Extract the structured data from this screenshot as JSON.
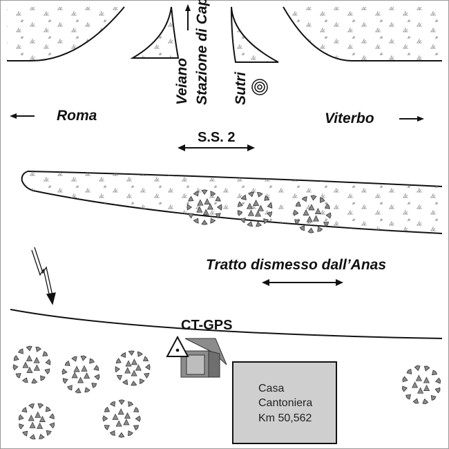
{
  "labels": {
    "roma": "Roma",
    "viterbo": "Viterbo",
    "veiano": "Veiano",
    "stazione_capranica": "Stazione di Capranica",
    "sutri": "Sutri",
    "road_ss2": "S.S. 2",
    "tratto": "Tratto dismesso dall’Anas",
    "ctgps": "CT-GPS",
    "casa_line1": "Casa",
    "casa_line2": "Cantoniera",
    "casa_line3": "Km 50,562"
  },
  "colors": {
    "line": "#111111",
    "bush_fill": "#8a8a8a",
    "bush_stroke": "#333333",
    "house_fill": "#cfcfcf",
    "station_dark": "#8c8c8c",
    "station_light": "#bdbdbd"
  },
  "icons": [
    "arrow-left-icon",
    "arrow-right-icon",
    "arrow-up-icon",
    "double-arrow-icon",
    "bullseye-icon",
    "lightning-arrow-icon",
    "triangle-marker-icon",
    "bush-icon",
    "grass-tuft-icon"
  ]
}
